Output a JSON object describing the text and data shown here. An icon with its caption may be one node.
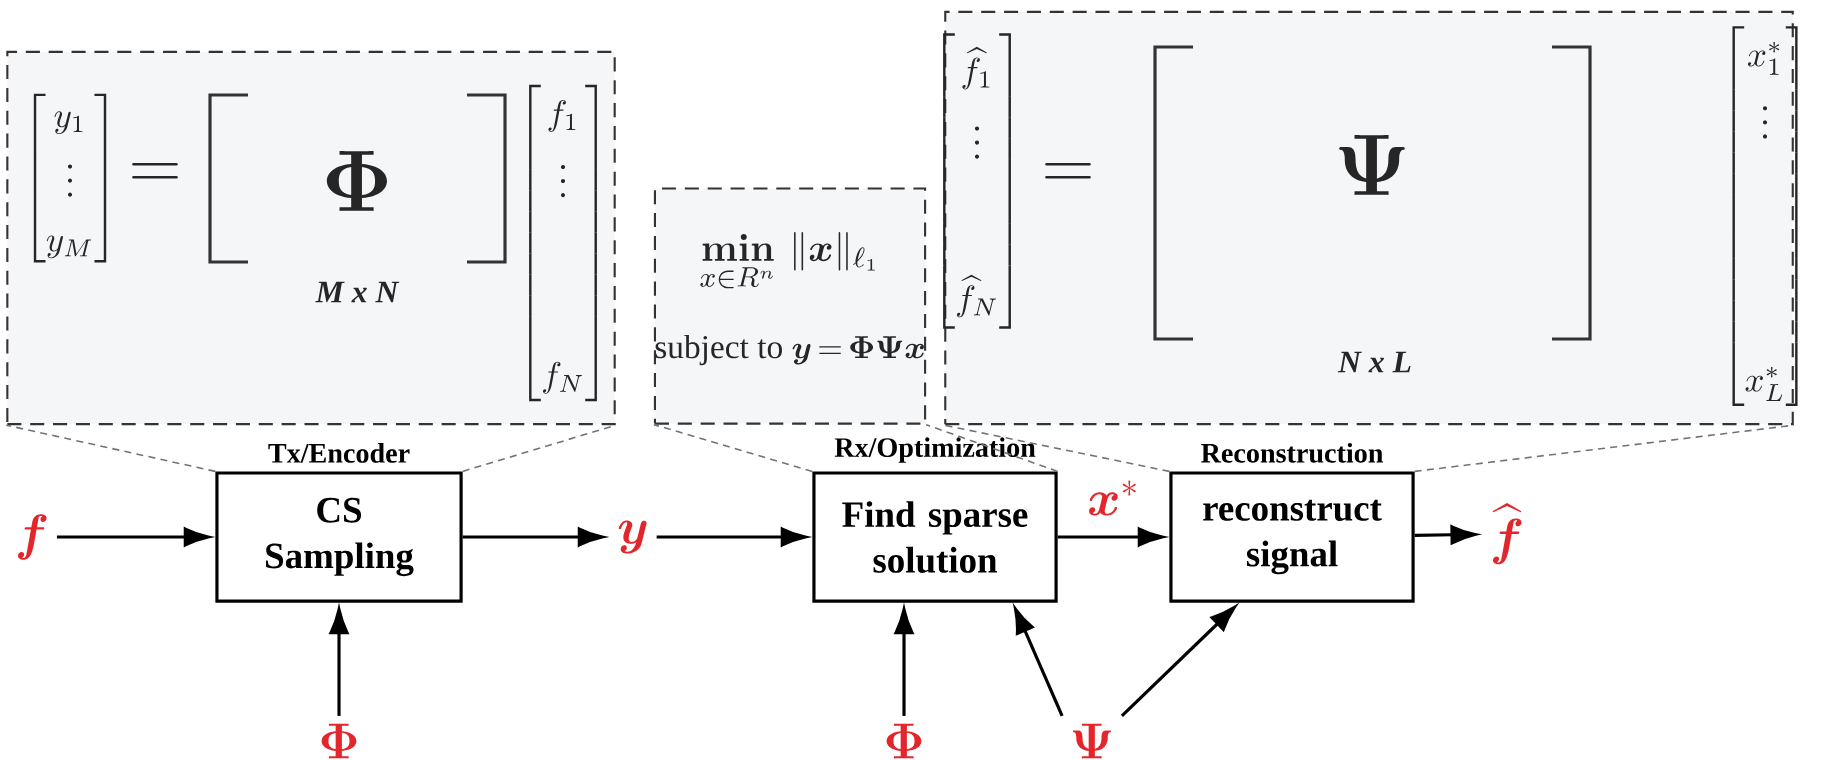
{
  "diagram": {
    "nodes": [
      {
        "text": [
          "\\begin{bmatrix}y_1\\\\ \\vdots\\\\ y_M\\end{bmatrix}",
          "=",
          "\\mathbf{\\Phi}",
          "M x N",
          "\\begin{bmatrix}f_1\\\\ \\vdots\\\\ {}\\\\ {}\\\\ f_N\\end{bmatrix}"
        ]
      },
      {
        "text": [
          "\\mathop{\\mathbf{min}}\\limits_{x\\in R^n}\\, \\| \\boldsymbol{x} \\|_{\\ell_1}",
          "\\text{subject to } \\boldsymbol{y} = \\mathbf{\\Phi\\Psi}\\boldsymbol{x}"
        ]
      },
      {
        "text": [
          "\\begin{bmatrix}\\widehat{f}_1\\\\ \\vdots\\\\ {}\\\\ \\widehat{f}_N\\end{bmatrix}",
          "=",
          "\\mathbf{\\Psi}",
          "N x L",
          "\\begin{bmatrix}x_1^*\\\\ \\vdots\\\\ {}\\\\ {}\\\\ {}\\\\ x_L^*\\end{bmatrix}"
        ]
      },
      {
        "text": [
          "\\boldsymbol{f}"
        ]
      },
      {
        "text": [
          "Tx/Encoder",
          "CS Sampling"
        ]
      },
      {
        "text": [
          "\\boldsymbol{y}"
        ]
      },
      {
        "text": [
          "Rx/Optimization",
          "Find sparse solution"
        ]
      },
      {
        "text": [
          "Reconstruction",
          "reconstruct signal"
        ]
      },
      {
        "text": [
          "\\widehat{\\boldsymbol{f}}"
        ]
      },
      {
        "text": [
          "\\mathbf{\\Phi}"
        ]
      },
      {
        "text": [
          "\\mathbf{\\Phi}"
        ]
      },
      {
        "text": [
          "\\mathbf{\\Psi}"
        ]
      }
    ],
    "edges": [
      {
        "from": 3,
        "to": 4,
        "arrow": "to"
      },
      {
        "from": 4,
        "to": 5,
        "arrow": "to"
      },
      {
        "from": 5,
        "to": 6,
        "arrow": "to"
      },
      {
        "from": 6,
        "to": 7,
        "arrow": "to",
        "label": "\\boldsymbol{x}^{*}"
      },
      {
        "from": 7,
        "to": 8,
        "arrow": "to"
      },
      {
        "from": 9,
        "to": 4,
        "arrow": "to"
      },
      {
        "from": 10,
        "to": 6,
        "arrow": "to"
      },
      {
        "from": 11,
        "to": 6,
        "arrow": "to"
      },
      {
        "from": 11,
        "to": 7,
        "arrow": "to"
      },
      {
        "from": 4,
        "to": 0,
        "arrow": "none",
        "style": "dashed",
        "color": "#737373"
      },
      {
        "from": 4,
        "to": 0,
        "arrow": "none",
        "style": "dashed",
        "color": "#737373"
      },
      {
        "from": 6,
        "to": 1,
        "arrow": "none",
        "style": "dashed",
        "color": "#737373"
      },
      {
        "from": 6,
        "to": 1,
        "arrow": "none",
        "style": "dashed",
        "color": "#737373"
      },
      {
        "from": 7,
        "to": 2,
        "arrow": "none",
        "style": "dashed",
        "color": "#737373"
      },
      {
        "from": 7,
        "to": 2,
        "arrow": "none",
        "style": "dashed",
        "color": "#737373"
      }
    ]
  }
}
